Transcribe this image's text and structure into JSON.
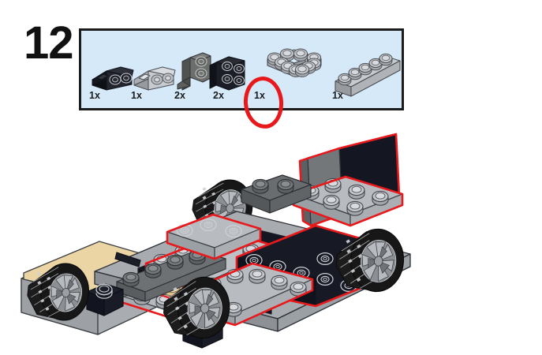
{
  "page": {
    "step_number": "12",
    "background_color": "#ffffff"
  },
  "parts_box": {
    "background_color": "#d5e9f8",
    "border_color": "#1b1b1b",
    "highlight_color": "#e8191c",
    "highlighted_part_index": 2,
    "parts": [
      {
        "name": "plate-1x2-with-two-pin-holes-black",
        "color_name": "black",
        "color_hex": "#1d1f26",
        "quantity": "1x"
      },
      {
        "name": "plate-1x2-with-two-pin-holes-light-gray",
        "color_name": "light-gray",
        "color_hex": "#b9bcc0",
        "quantity": "1x"
      },
      {
        "name": "bracket-1x2-2x2-dark-gray",
        "color_name": "dark-gray",
        "color_hex": "#5d5f5c",
        "quantity": "2x"
      },
      {
        "name": "plate-2x2-with-pin-holes-black",
        "color_name": "black",
        "color_hex": "#1d1f26",
        "quantity": "2x"
      },
      {
        "name": "plate-4x4-open-center-light-gray",
        "color_name": "light-gray",
        "color_hex": "#b9bcc0",
        "quantity": "1x"
      },
      {
        "name": "brick-1x6-light-gray",
        "color_name": "light-gray",
        "color_hex": "#b9bcc0",
        "quantity": "1x"
      }
    ]
  },
  "model": {
    "name": "lego-car-chassis-assembly",
    "view": "isometric",
    "highlight_outline_color": "#e8191c",
    "colors": {
      "light_gray": "#b9bcc0",
      "mid_gray": "#9a9da1",
      "dark_gray": "#6d7072",
      "darker_gray": "#55585a",
      "black": "#1b1d24",
      "navy_black": "#141722",
      "tan": "#f0d8a8",
      "tire_black": "#1a1a1a",
      "rim_gray": "#9fa3a7",
      "outline": "#2a2d33"
    },
    "components": [
      {
        "name": "wheel-front-left",
        "type": "wheel"
      },
      {
        "name": "wheel-front-right",
        "type": "wheel"
      },
      {
        "name": "wheel-rear-left",
        "type": "wheel"
      },
      {
        "name": "wheel-rear-right",
        "type": "wheel"
      },
      {
        "name": "chassis-base-plate",
        "type": "plate"
      },
      {
        "name": "plate-4x4-open-center",
        "type": "plate",
        "highlighted": true
      },
      {
        "name": "side-rail-left",
        "type": "plate",
        "highlighted": true
      },
      {
        "name": "side-rail-right",
        "type": "plate",
        "highlighted": true
      },
      {
        "name": "seat-back-panel",
        "type": "plate",
        "highlighted": true
      },
      {
        "name": "rear-wall-panel",
        "type": "brick",
        "highlighted": true
      },
      {
        "name": "black-corner-brick-front",
        "type": "brick"
      },
      {
        "name": "black-corner-brick-rear",
        "type": "brick"
      },
      {
        "name": "tan-floor-plate",
        "type": "plate"
      }
    ]
  }
}
